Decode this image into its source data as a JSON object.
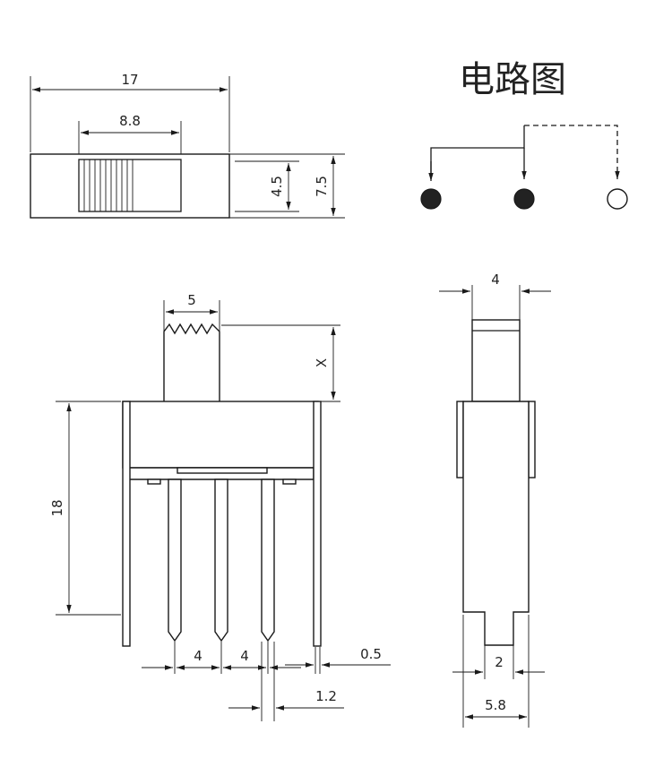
{
  "circuit": {
    "title": "电路图"
  },
  "top_view": {
    "overall_length": "17",
    "slider_length": "8.8",
    "slider_height": "4.5",
    "overall_height": "7.5"
  },
  "front_view": {
    "actuator_width": "5",
    "actuator_height": "X",
    "body_height": "18",
    "pin_pitch_left": "4",
    "pin_pitch_right": "4",
    "pin_thickness": "0.5",
    "pin_width": "1.2"
  },
  "side_view": {
    "actuator_width": "4",
    "pin_width": "2",
    "body_width": "5.8"
  }
}
